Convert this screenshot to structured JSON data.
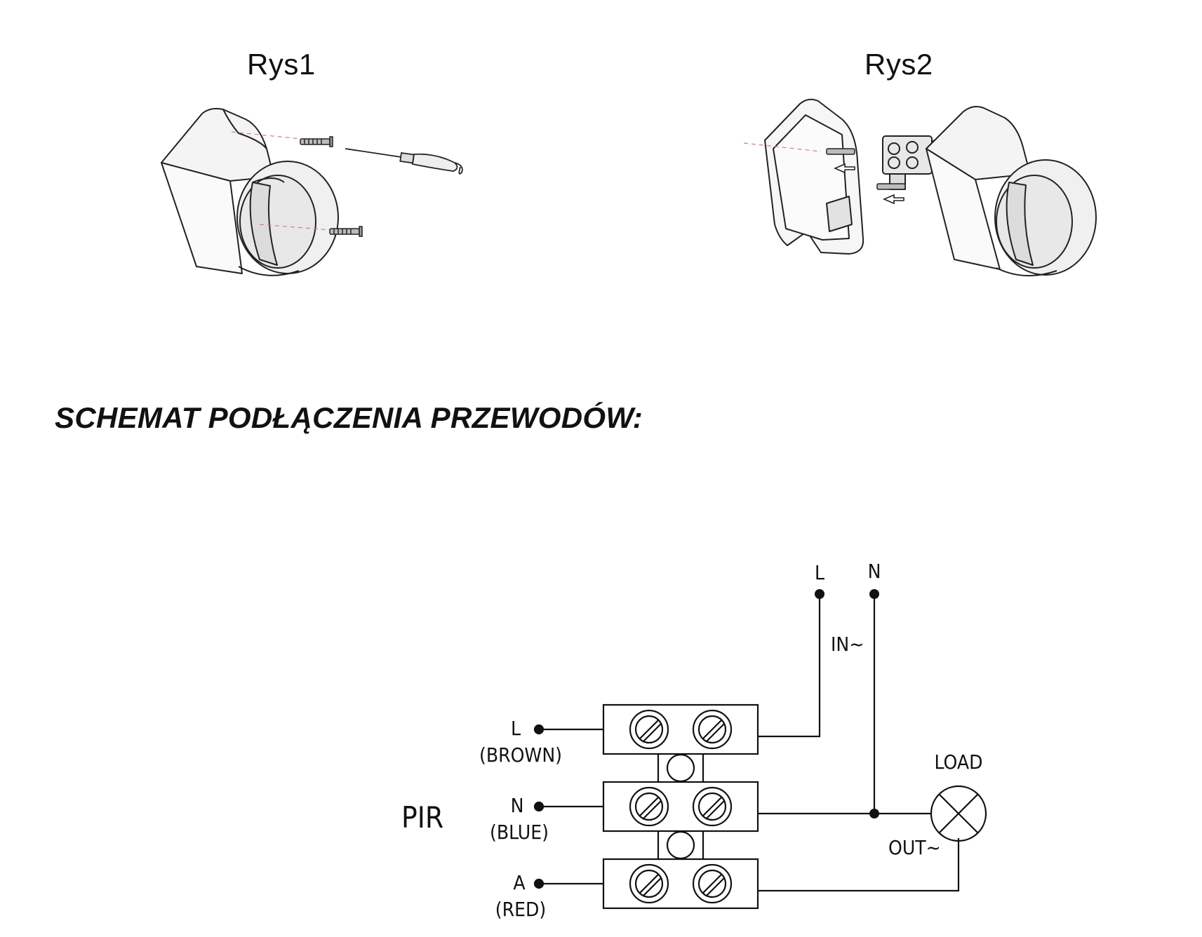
{
  "figures": {
    "rys1_label": "Rys1",
    "rys2_label": "Rys2"
  },
  "section_title": "SCHEMAT PODŁĄCZENIA PRZEWODÓW:",
  "wiring": {
    "device_label": "PIR",
    "terminals": [
      {
        "letter": "L",
        "color": "(BROWN)"
      },
      {
        "letter": "N",
        "color": "(BLUE)"
      },
      {
        "letter": "A",
        "color": "(RED)"
      }
    ],
    "supply_l": "L",
    "supply_n": "N",
    "input_label": "IN~",
    "load_label": "LOAD",
    "output_label": "OUT~"
  }
}
